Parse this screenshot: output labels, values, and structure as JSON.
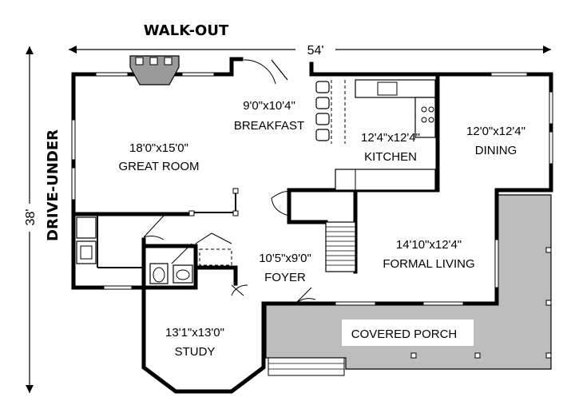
{
  "side_labels": {
    "top": "WALK-OUT",
    "left": "DRIVE-UNDER"
  },
  "dimensions": {
    "width": "54'",
    "height": "38'"
  },
  "rooms": {
    "great_room": {
      "size": "18'0\"x15'0\"",
      "name": "GREAT ROOM"
    },
    "breakfast": {
      "size": "9'0\"x10'4\"",
      "name": "BREAKFAST"
    },
    "kitchen": {
      "size": "12'4\"x12'4\"",
      "name": "KITCHEN"
    },
    "dining": {
      "size": "12'0\"x12'4\"",
      "name": "DINING"
    },
    "formal_living": {
      "size": "14'10\"x12'4\"",
      "name": "FORMAL LIVING"
    },
    "foyer": {
      "size": "10'5\"x9'0\"",
      "name": "FOYER"
    },
    "study": {
      "size": "13'1\"x13'0\"",
      "name": "STUDY"
    },
    "covered_porch": {
      "name": "COVERED PORCH"
    }
  },
  "colors": {
    "walls": "#000000",
    "porch_fill": "#bdbdbd",
    "fixture_fill": "#d9d9d9"
  }
}
